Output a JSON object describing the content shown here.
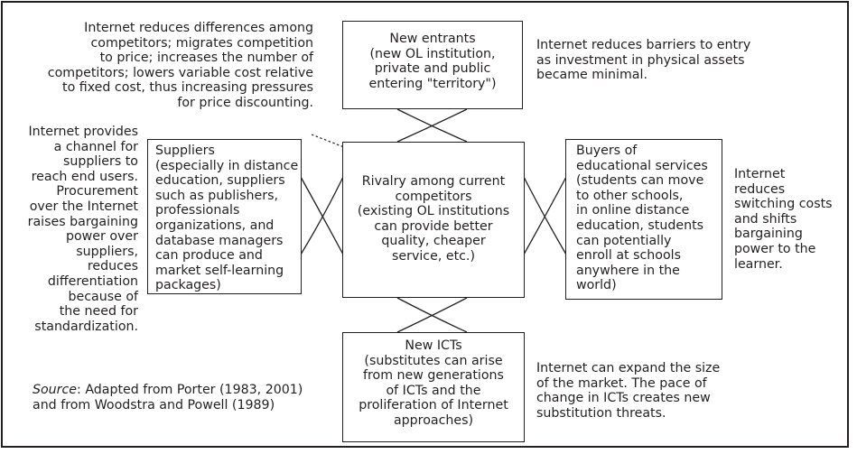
{
  "notes": {
    "top_left": "Internet reduces differences among\ncompetitors; migrates competition\nto price; increases the number of\ncompetitors; lowers variable cost relative\nto fixed cost, thus increasing pressures\nfor price discounting.",
    "top_right": "Internet reduces barriers to entry\nas investment in physical assets\nbecame minimal.",
    "left": "Internet provides\na channel for\nsuppliers to\nreach end users.\nProcurement\nover the Internet\nraises bargaining\npower over\nsuppliers,\nreduces\ndifferentiation\nbecause of\nthe need for\nstandardization.",
    "right": "Internet\nreduces\nswitching costs\nand shifts\nbargaining\npower to the\nlearner.",
    "bottom_right": "Internet can expand the size\nof the market. The pace of\nchange in ICTs creates new\nsubstitution threats."
  },
  "boxes": {
    "new_entrants": "New entrants\n(new OL institution,\nprivate and public\nentering \"territory\")",
    "suppliers": "Suppliers\n(especially in distance\neducation, suppliers\nsuch as publishers,\nprofessionals\norganizations, and\ndatabase managers\ncan produce and\nmarket self-learning\npackages)",
    "rivalry": "Rivalry among current\ncompetitors\n(existing OL institutions\ncan provide better\nquality, cheaper\nservice, etc.)",
    "buyers": "Buyers of\neducational services\n(students can move\nto other schools,\nin online distance\neducation, students\ncan potentially\nenroll at schools\nanywhere in the\nworld)",
    "new_icts": "New ICTs\n(substitutes can arise\nfrom new generations\nof ICTs and the\nproliferation of Internet\napproaches)"
  },
  "source": {
    "label": "Source",
    "text": ":  Adapted from Porter (1983, 2001)\nand from Woodstra and Powell (1989)"
  }
}
